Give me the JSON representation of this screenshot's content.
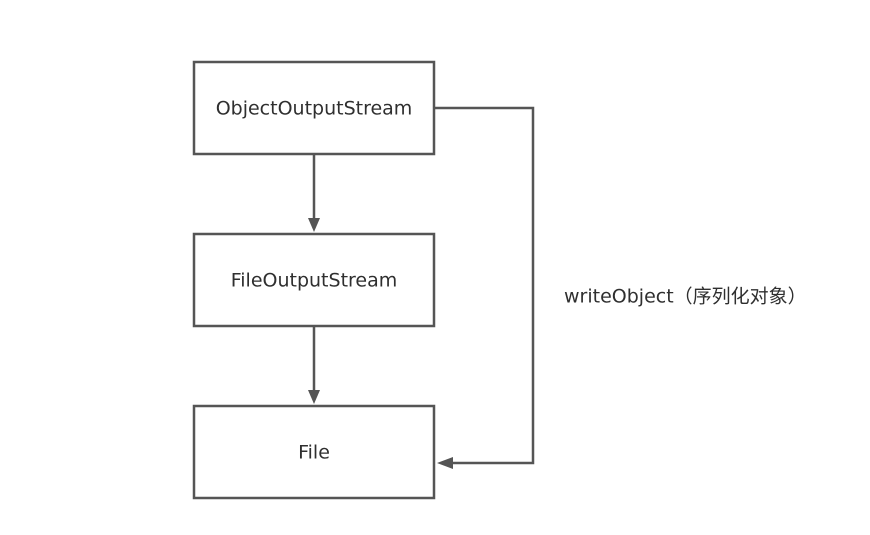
{
  "diagram": {
    "nodes": [
      {
        "id": "object-output-stream",
        "label": "ObjectOutputStream"
      },
      {
        "id": "file-output-stream",
        "label": "FileOutputStream"
      },
      {
        "id": "file",
        "label": "File"
      }
    ],
    "edges": [
      {
        "from": "object-output-stream",
        "to": "file-output-stream",
        "label": ""
      },
      {
        "from": "file-output-stream",
        "to": "file",
        "label": ""
      },
      {
        "from": "object-output-stream",
        "to": "file",
        "label": "writeObject（序列化对象）"
      }
    ],
    "colors": {
      "stroke": "#555555",
      "text": "#2f2f2f",
      "background": "#ffffff"
    }
  }
}
